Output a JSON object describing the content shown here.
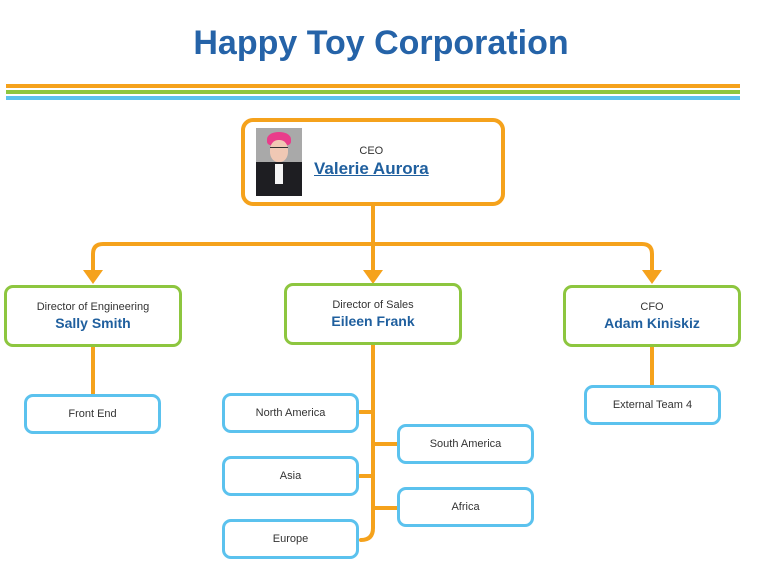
{
  "title": "Happy Toy Corporation",
  "colors": {
    "title": "#2563a8",
    "orange": "#f5a21c",
    "green": "#8dc63f",
    "blue": "#5bc2ee",
    "name": "#1f5f9e"
  },
  "ceo": {
    "role": "CEO",
    "name": "Valerie Aurora",
    "photo": "profile-photo"
  },
  "directors": [
    {
      "role": "Director of Engineering",
      "name": "Sally Smith"
    },
    {
      "role": "Director of Sales",
      "name": "Eileen Frank"
    },
    {
      "role": "CFO",
      "name": "Adam Kiniskiz"
    }
  ],
  "engineering_teams": [
    "Front End"
  ],
  "sales_teams": [
    "North America",
    "South America",
    "Asia",
    "Africa",
    "Europe"
  ],
  "cfo_teams": [
    "External Team 4"
  ]
}
